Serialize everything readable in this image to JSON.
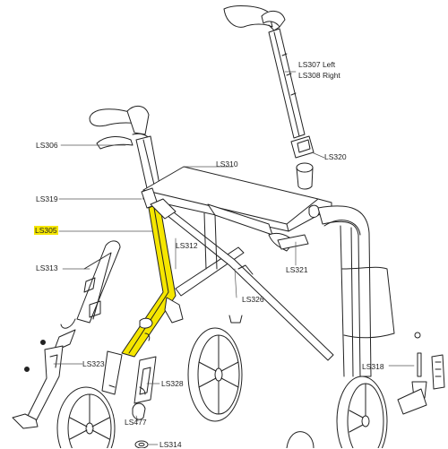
{
  "diagram": {
    "highlight_color": "#f5e600",
    "line_color": "#222222",
    "highlighted_part": "LS305",
    "labels": {
      "ls307": "LS307 Left",
      "ls308": "LS308 Right",
      "ls306": "LS306",
      "ls310": "LS310",
      "ls320": "LS320",
      "ls319": "LS319",
      "ls305": "LS305",
      "ls312": "LS312",
      "ls321": "LS321",
      "ls313": "LS313",
      "ls326": "LS326",
      "ls323": "LS323",
      "ls318": "LS318",
      "ls328": "LS328",
      "ls477": "LS477",
      "ls314": "LS314"
    }
  }
}
